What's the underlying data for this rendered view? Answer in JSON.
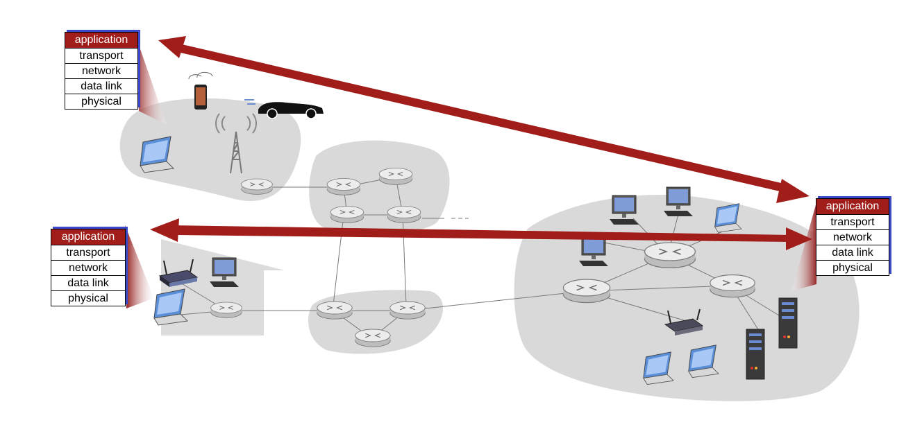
{
  "stacks": {
    "top_left": [
      "application",
      "transport",
      "network",
      "data link",
      "physical"
    ],
    "mid_left": [
      "application",
      "transport",
      "network",
      "data link",
      "physical"
    ],
    "right": [
      "application",
      "transport",
      "network",
      "data link",
      "physical"
    ]
  },
  "colors": {
    "arrow": "#a11d1a",
    "application_layer": "#a11d1a",
    "stack_shadow": "#3b49c9",
    "network_cloud": "#d9d9d9",
    "router": "#e2e2e2"
  },
  "icons": [
    "router-icon",
    "laptop-icon",
    "phone-icon",
    "car-icon",
    "cell-tower-icon",
    "wifi-router-icon",
    "desktop-icon",
    "server-icon",
    "double-arrow-icon"
  ]
}
